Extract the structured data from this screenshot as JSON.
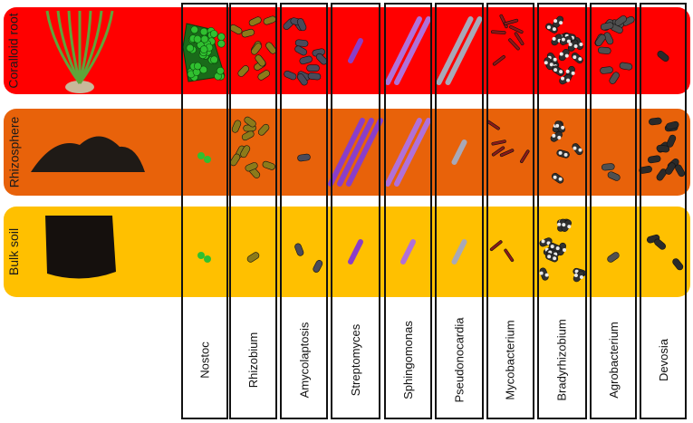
{
  "rows": [
    {
      "label": "Coralloid root",
      "color": "#ff0000",
      "sample": "maize-plant-icon"
    },
    {
      "label": "Rhizosphere",
      "color": "#e8620a",
      "sample": "soil-pile-icon"
    },
    {
      "label": "Bulk soil",
      "color": "#ffc000",
      "sample": "soil-block-icon"
    }
  ],
  "columns": [
    {
      "label": "Nostoc",
      "color": "#30c030",
      "shape": "coccus",
      "counts": [
        40,
        1,
        1
      ]
    },
    {
      "label": "Rhizobium",
      "color": "#8c7a1a",
      "shape": "rod",
      "counts": [
        11,
        11,
        1
      ]
    },
    {
      "label": "Amycolaptosis",
      "color": "#4a4a5a",
      "shape": "rod",
      "counts": [
        14,
        1,
        2
      ]
    },
    {
      "label": "Streptomyces",
      "color": "#8a3ec8",
      "shape": "chain",
      "counts": [
        1,
        3,
        1
      ]
    },
    {
      "label": "Sphingomonas",
      "color": "#b070d8",
      "shape": "chain",
      "counts": [
        2,
        2,
        1
      ]
    },
    {
      "label": "Pseudonocardia",
      "color": "#a8a8b8",
      "shape": "chain",
      "counts": [
        2,
        1,
        1
      ]
    },
    {
      "label": "Mycobacterium",
      "color": "#8a1a1a",
      "shape": "thin",
      "counts": [
        7,
        5,
        2
      ]
    },
    {
      "label": "Bradyrhizobium",
      "color": "#303030",
      "shape": "spotted",
      "counts": [
        16,
        6,
        12
      ]
    },
    {
      "label": "Agrobacterium",
      "color": "#505050",
      "shape": "rod",
      "counts": [
        13,
        2,
        1
      ]
    },
    {
      "label": "Devosia",
      "color": "#2a2a2a",
      "shape": "rod",
      "counts": [
        1,
        12,
        3
      ]
    }
  ]
}
